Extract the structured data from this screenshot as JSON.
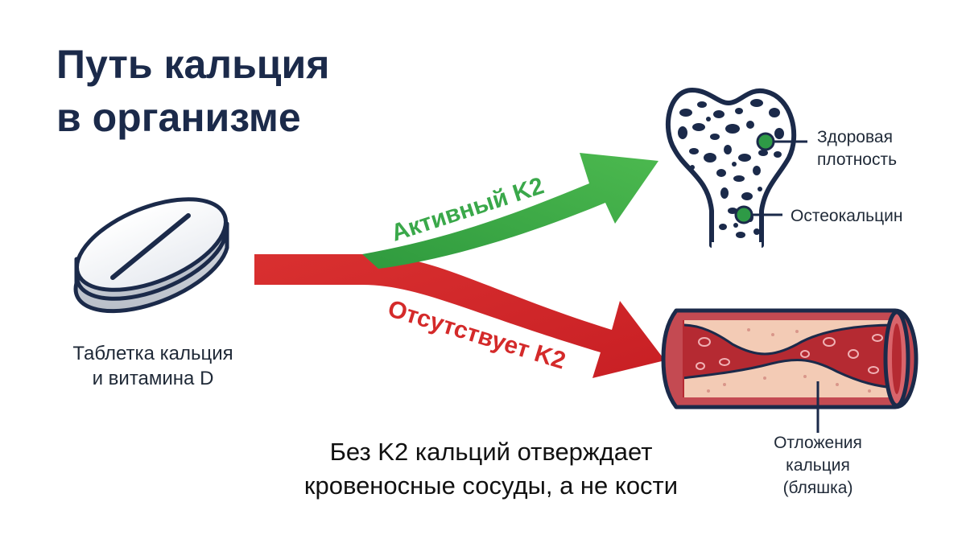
{
  "title": {
    "line1": "Путь кальция",
    "line2": "в организме"
  },
  "pill": {
    "label_line1": "Таблетка кальция",
    "label_line2": "и витамина D"
  },
  "paths": {
    "active": {
      "label": "Активный K2",
      "color": "#3aa84a"
    },
    "absent": {
      "label": "Отсутствует K2",
      "color": "#d42a2a"
    }
  },
  "bone": {
    "callout1_line1": "Здоровая",
    "callout1_line2": "плотность",
    "callout2": "Остеокальцин",
    "marker_color": "#2e9a46"
  },
  "vessel": {
    "callout_line1": "Отложения",
    "callout_line2": "кальция",
    "callout_line3": "(бляшка)",
    "blood_color": "#b52a32",
    "plaque_color": "#f3cbb5"
  },
  "caption": {
    "line1": "Без K2 кальций отверждает",
    "line2": "кровеносные сосуды, а не кости"
  },
  "icons": [
    "pill-icon",
    "bone-icon",
    "blood-vessel-icon"
  ]
}
